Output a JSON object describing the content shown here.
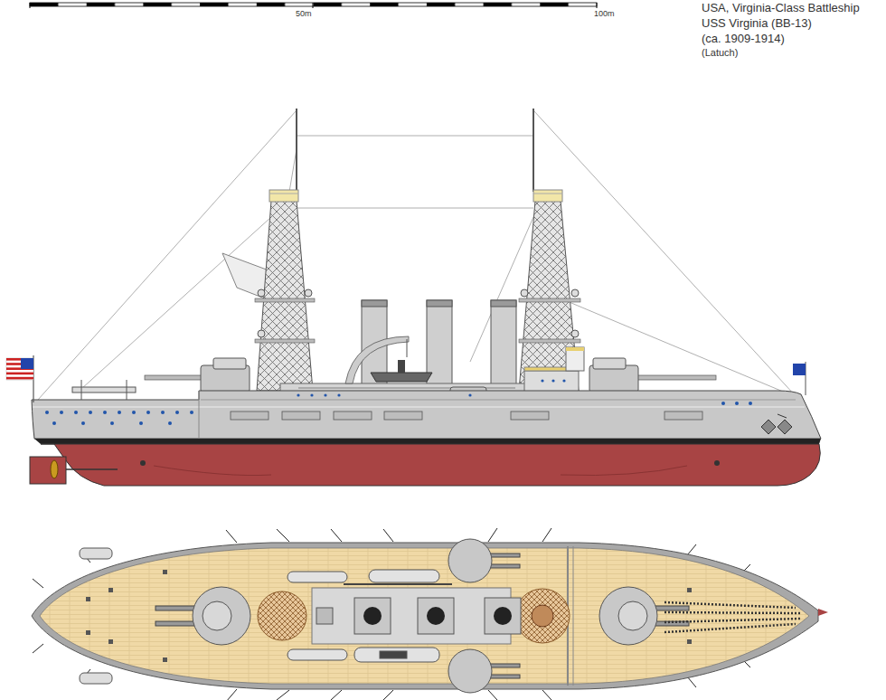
{
  "diagram": {
    "title": "USA, Virginia-Class Battleship",
    "labels": [
      "USS Virginia (BB-13)",
      "(ca. 1909-1914)",
      "(Latuch)",
      "50m",
      "100m"
    ]
  }
}
